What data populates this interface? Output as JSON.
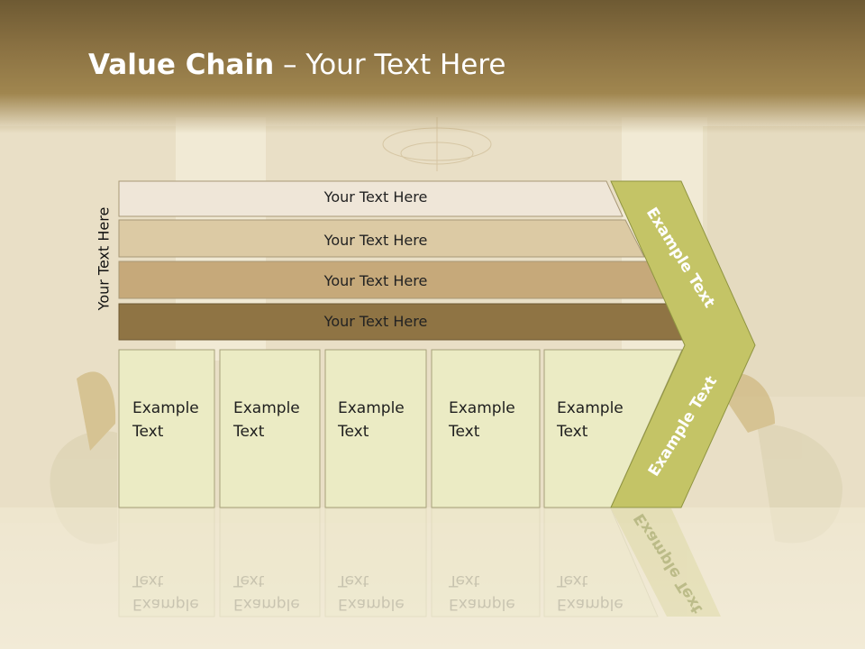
{
  "slide": {
    "title_bold": "Value Chain",
    "title_rest": " – Your Text Here",
    "side_label": "Your Text Here"
  },
  "bars": [
    {
      "label": "Your Text Here",
      "color": "#efe6d8"
    },
    {
      "label": "Your Text Here",
      "color": "#dccaa4"
    },
    {
      "label": "Your Text Here",
      "color": "#c6a97a"
    },
    {
      "label": "Your Text Here",
      "color": "#8f7444"
    }
  ],
  "boxes": [
    {
      "line1": "Example",
      "line2": "Text"
    },
    {
      "line1": "Example",
      "line2": "Text"
    },
    {
      "line1": "Example",
      "line2": "Text"
    },
    {
      "line1": "Example",
      "line2": "Text"
    },
    {
      "line1": "Example",
      "line2": "Text"
    }
  ],
  "chevron": {
    "top_label": "Example Text",
    "bottom_label": "Example Text",
    "color": "#c4c466"
  },
  "colors": {
    "box_fill": "#ebebc4",
    "title_band": "#8a7142"
  }
}
